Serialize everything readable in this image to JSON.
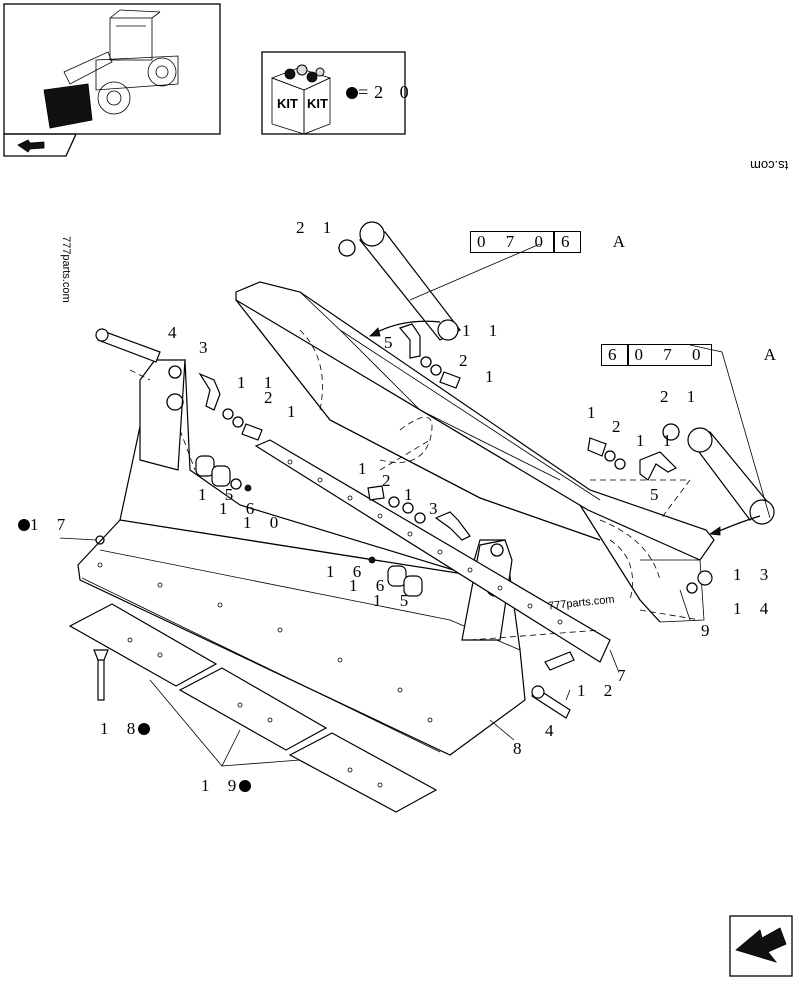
{
  "kit": {
    "left_word": "KIT",
    "right_word": "KIT",
    "equation": "=2 0"
  },
  "refs": {
    "top": {
      "part1": "0 7 0",
      "part2": "6",
      "suffix": "A"
    },
    "right": {
      "part1": "6",
      "part2": "0 7 0",
      "suffix": "A"
    }
  },
  "watermarks": {
    "vertical": "777parts.com",
    "mirrored": "ts.com",
    "center": "777parts.com"
  },
  "callouts": {
    "c21_top": "2 1",
    "c11_top": "1 1",
    "c5_top": "5",
    "c2_top": "2",
    "c1_top": "1",
    "c4_left": "4",
    "c3_left": "3",
    "c11_left": "1 1",
    "c2_left": "2",
    "c1_left": "1",
    "c15_left": "1 5",
    "c16_left": "1 6",
    "c10": "1 0",
    "c17": "1 7",
    "c1_mid": "1",
    "c2_mid": "2",
    "c1_mid2": "1",
    "c3_mid": "3",
    "c16_mid": "1 6",
    "c16_mid2": "1 6",
    "c15_mid": "1 5",
    "c1_right": "1",
    "c2_right": "2",
    "c11_right": "1 1",
    "c21_right": "2 1",
    "c5_right": "5",
    "c13": "1 3",
    "c14": "1 4",
    "c9": "9",
    "c7": "7",
    "c12": "1 2",
    "c4_bottom": "4",
    "c8": "8",
    "c18": "1 8",
    "c19": "1 9"
  }
}
